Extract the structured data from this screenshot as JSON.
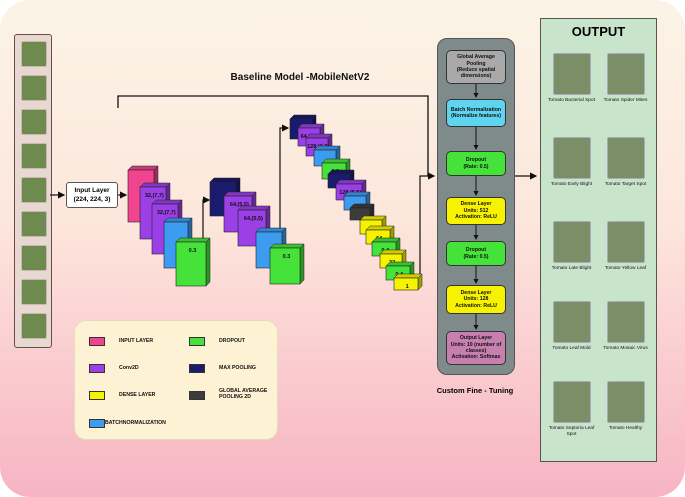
{
  "input_layer": {
    "line1": "Input Layer",
    "line2": "(224, 224, 3)"
  },
  "baseline_title": "Baseline Model -MobileNetV2",
  "block1_labels": {
    "a": "32,(7,7)",
    "b": "32,(7,7)",
    "dropout": "0.3"
  },
  "block2_labels": {
    "a": "64,(5,5)",
    "b": "64,(5,5)",
    "dropout": "0.3"
  },
  "block3_labels": {
    "a": "64,(3,3)",
    "b": "128,(3,3)",
    "dropout": "0.3",
    "c": "128,(5,5)"
  },
  "head_labels": {
    "d1": "64",
    "d2": "0.4",
    "d3": "32",
    "d4": "0.4",
    "d5": "1"
  },
  "fine_tuning": {
    "caption": "Custom Fine - Tuning",
    "boxes": [
      {
        "lines": [
          "Global Average Pooling",
          "(Reduce spatial",
          "dimensions)"
        ],
        "color": "#a9a9a9"
      },
      {
        "lines": [
          "Batch Normalization",
          "(Normalize features)"
        ],
        "color": "#5fd4ee"
      },
      {
        "lines": [
          "Dropout",
          "(Rate: 0.5)"
        ],
        "color": "#45e23a"
      },
      {
        "lines": [
          "Dense Layer",
          "Units: 512",
          "Activation: ReLU"
        ],
        "color": "#f6f200"
      },
      {
        "lines": [
          "Dropout",
          "(Rate: 0.5)"
        ],
        "color": "#45e23a"
      },
      {
        "lines": [
          "Dense Layer",
          "Units: 128",
          "Activation: ReLU"
        ],
        "color": "#f6f200"
      },
      {
        "lines": [
          "Output Layer",
          "Units: 10 (number of",
          "classes)",
          "Activation: Softmax"
        ],
        "color": "#c77fb0"
      }
    ]
  },
  "output": {
    "title": "OUTPUT",
    "items": [
      "Tomato Bacterial Spot",
      "Tomato Spider Mites",
      "Tomato Early Blight",
      "Tomato Target Spot",
      "Tomato Late Blight",
      "Tomato Yellow Leaf",
      "Tomato Leaf Mold",
      "Tomato Mosaic Virus",
      "Tomato Septoria Leaf Spot",
      "Tomato Healthy"
    ]
  },
  "legend": {
    "items": [
      {
        "label": "INPUT LAYER",
        "color": "#f0448f"
      },
      {
        "label": "DROPOUT",
        "color": "#45e23a"
      },
      {
        "label": "Conv2D",
        "color": "#9b3fe6"
      },
      {
        "label": "MAX POOLING",
        "color": "#1a1a6e"
      },
      {
        "label": "DENSE LAYER",
        "color": "#f6f200"
      },
      {
        "label": "GLOBAL AVERAGE POOLING 2D",
        "color": "#3c3c3c"
      },
      {
        "label": "BATCHNORMALIZATION",
        "color": "#3d9bf0"
      }
    ]
  }
}
